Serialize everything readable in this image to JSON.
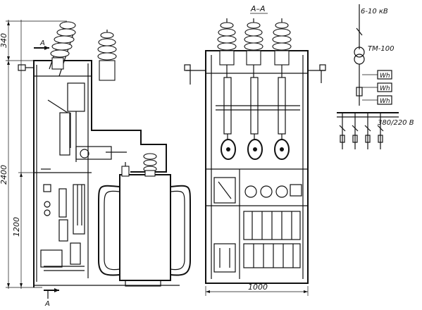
{
  "side_view": {
    "dim_top": "340",
    "dim_total": "2400",
    "dim_lower": "1200",
    "section_mark_top": "A",
    "section_mark_bottom": "A"
  },
  "front_view": {
    "title": "A–A",
    "dim_width": "1000"
  },
  "schematic": {
    "hv_label": "6-10 кВ",
    "transformer_label": "ТМ-100",
    "meters": [
      "Wh",
      "Wh",
      "Wh"
    ],
    "lv_label": "380/220 В"
  }
}
